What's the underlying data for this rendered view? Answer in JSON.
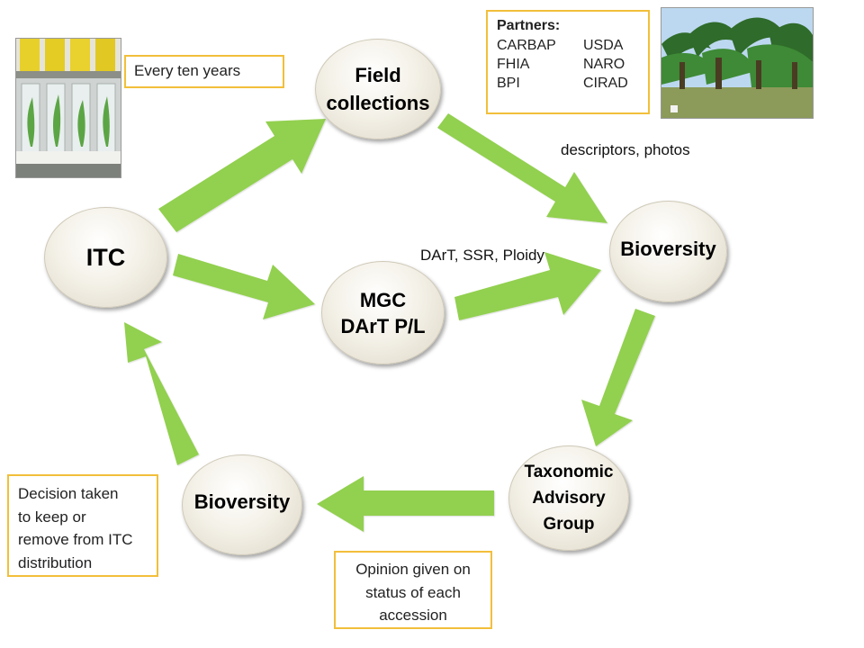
{
  "nodes": {
    "itc": "ITC",
    "field_collections": [
      "Field",
      "collections"
    ],
    "bioversity_right": "Bioversity",
    "mgc": [
      "MGC",
      "DArT P/L"
    ],
    "tag": [
      "Taxonomic",
      "Advisory",
      "Group"
    ],
    "bioversity_left": "Bioversity"
  },
  "labels": {
    "every_ten_years": "Every ten years",
    "descriptors": "descriptors, photos",
    "dart": "DArT, SSR, Ploidy"
  },
  "partners": {
    "title": "Partners:",
    "names": [
      "CARBAP",
      "USDA",
      "FHIA",
      "NARO",
      "BPI",
      "CIRAD"
    ]
  },
  "boxes": {
    "decision": [
      "Decision taken",
      "to keep or",
      "remove from ITC",
      "distribution"
    ],
    "opinion": [
      "Opinion given on",
      "status of each",
      "accession"
    ]
  },
  "colors": {
    "arrow": "#92d050",
    "box_border": "#f2bf3a"
  },
  "images": {
    "left_photo": "in-vitro-tubes-photo",
    "right_photo": "banana-field-photo"
  }
}
